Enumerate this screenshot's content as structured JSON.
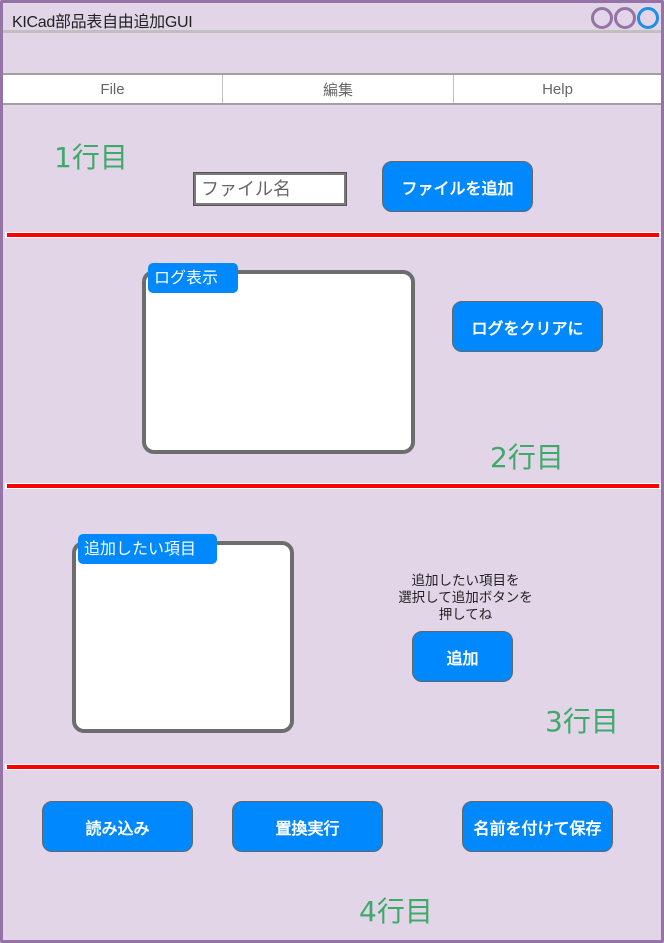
{
  "window": {
    "title": "KICad部品表自由追加GUI",
    "controls": [
      {
        "name": "minimize",
        "color": "#9673a6"
      },
      {
        "name": "maximize",
        "color": "#9673a6"
      },
      {
        "name": "close",
        "color": "#1e8fe8"
      }
    ]
  },
  "menu": {
    "items": [
      {
        "label": "File"
      },
      {
        "label": "編集"
      },
      {
        "label": "Help"
      }
    ]
  },
  "row1": {
    "label": "1行目",
    "file_input": {
      "value": "",
      "placeholder": "ファイル名"
    },
    "add_file_button": "ファイルを追加"
  },
  "row2": {
    "label": "2行目",
    "log_panel_title": "ログ表示",
    "log_content": "",
    "clear_log_button": "ログをクリアに"
  },
  "row3": {
    "label": "3行目",
    "items_panel_title": "追加したい項目",
    "hint_line1": "追加したい項目を",
    "hint_line2": "選択して追加ボタンを",
    "hint_line3": "押してね",
    "add_button": "追加"
  },
  "row4": {
    "label": "4行目",
    "load_button": "読み込み",
    "replace_button": "置換実行",
    "save_as_button": "名前を付けて保存"
  },
  "colors": {
    "background": "#e1d5e7",
    "frame": "#9673a6",
    "button": "#0088ff",
    "divider": "#ff0000",
    "row_label": "#3daa6a"
  }
}
